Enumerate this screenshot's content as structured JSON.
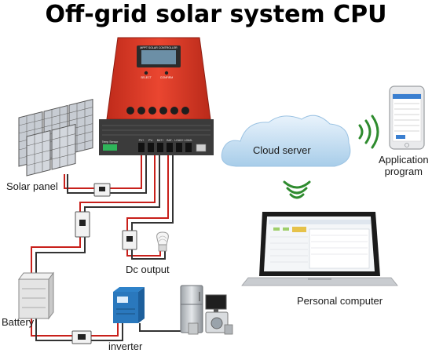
{
  "title": "Off-grid solar system CPU",
  "controller": {
    "screen_text": "MPPT SOLAR CONTROLLER",
    "button_labels": [
      "SELECT",
      "CONFIRM"
    ],
    "terminal_labels": [
      "PV+",
      "PV-",
      "BAT+",
      "BAT-",
      "LOAD+",
      "LOAD-"
    ],
    "side_port_label": "Temp Sensor"
  },
  "labels": {
    "cloud": "Cloud server",
    "app": "Application\nprogram",
    "solar": "Solar panel",
    "dc": "Dc output",
    "pc": "Personal computer",
    "battery": "Battery",
    "inverter": "inverter"
  },
  "colors": {
    "controller_body": "#e13a26",
    "controller_dark": "#3b3b3b",
    "wire_red": "#c8201b",
    "wire_black": "#333333",
    "wifi": "#2e8b2e",
    "cloud": "#bcd9f2"
  },
  "icons": [
    "wifi-icon",
    "cloud-icon",
    "lightbulb-icon",
    "breaker-icon"
  ]
}
